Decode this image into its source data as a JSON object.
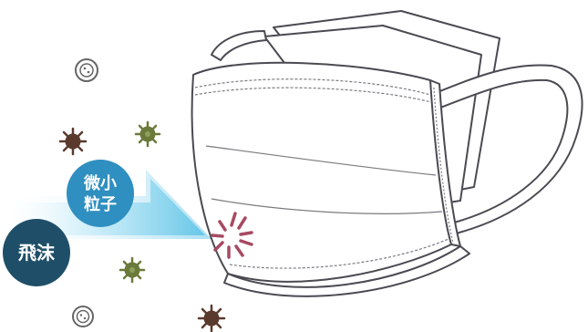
{
  "labels": {
    "fine_particles": [
      "微小",
      "粒子"
    ],
    "droplets": "飛沫"
  },
  "colors": {
    "fine_particles_badge": "#2f8fc0",
    "droplets_badge": "#1f4f68",
    "airflow_start": "#ffffff",
    "airflow_end": "#5bc3e6",
    "mask_outline": "#4a4a52",
    "mask_fill": "#ffffff",
    "impact_burst": "#a64a62",
    "virus_brown": "#5b3a2e",
    "virus_green": "#6b7a3a",
    "germ_outline": "#666666"
  },
  "icons": [
    "germ-icon",
    "virus-icon",
    "virus-icon",
    "germ-icon",
    "virus-icon",
    "germ-icon",
    "mask-illustration",
    "impact-burst-icon"
  ]
}
